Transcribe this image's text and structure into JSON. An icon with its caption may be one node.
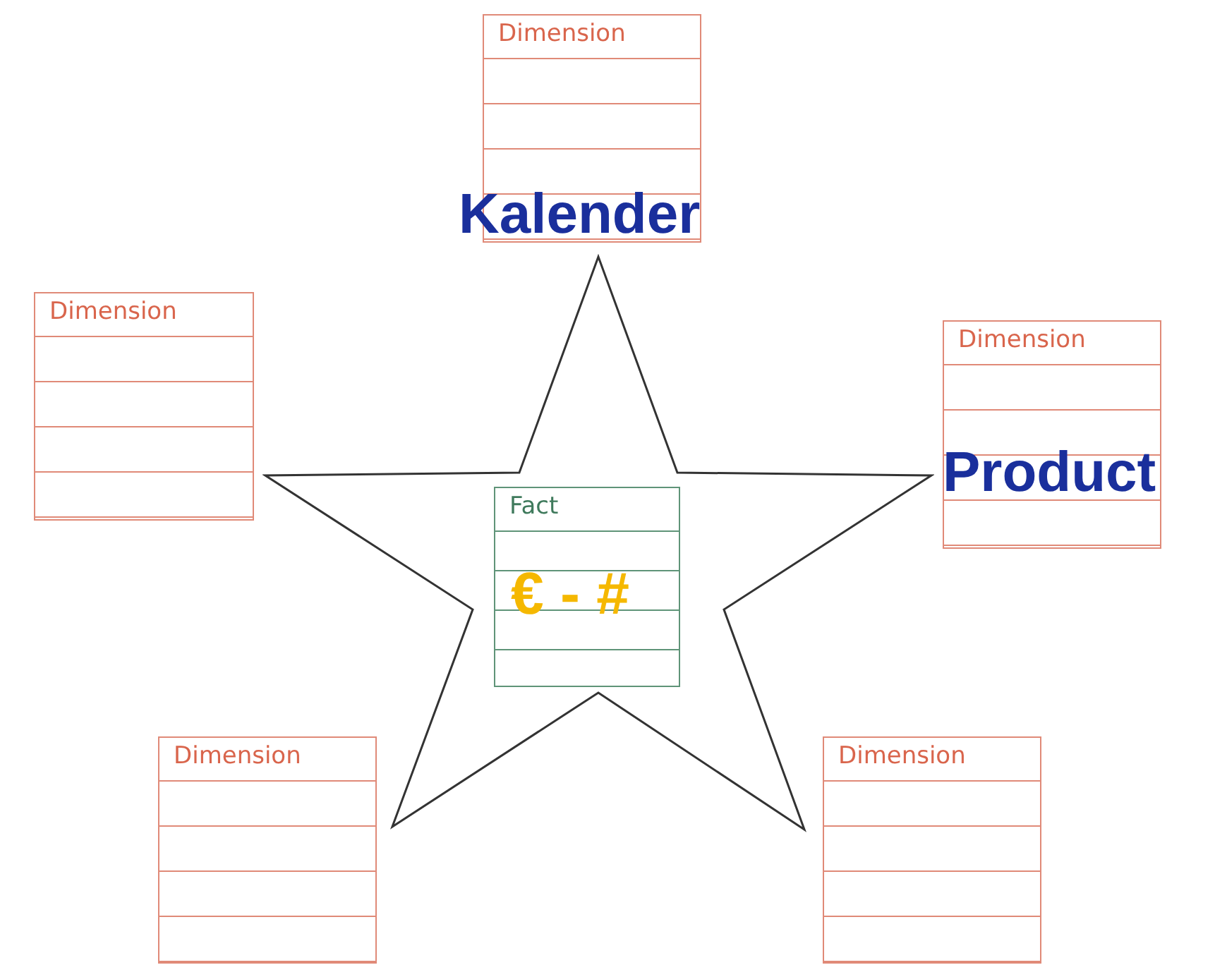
{
  "diagram": {
    "nodes": [
      {
        "text": [
          "Dimension"
        ]
      },
      {
        "text": [
          "Dimension"
        ]
      },
      {
        "text": [
          "Dimension"
        ]
      },
      {
        "text": [],
        "shape": "star"
      },
      {
        "text": [
          "Fact"
        ],
        "in": 3
      },
      {
        "text": [
          "Dimension"
        ]
      },
      {
        "text": [
          "Dimension"
        ]
      }
    ],
    "edges": [],
    "labels": [
      "Kalender",
      "Product",
      "€ - #"
    ]
  }
}
